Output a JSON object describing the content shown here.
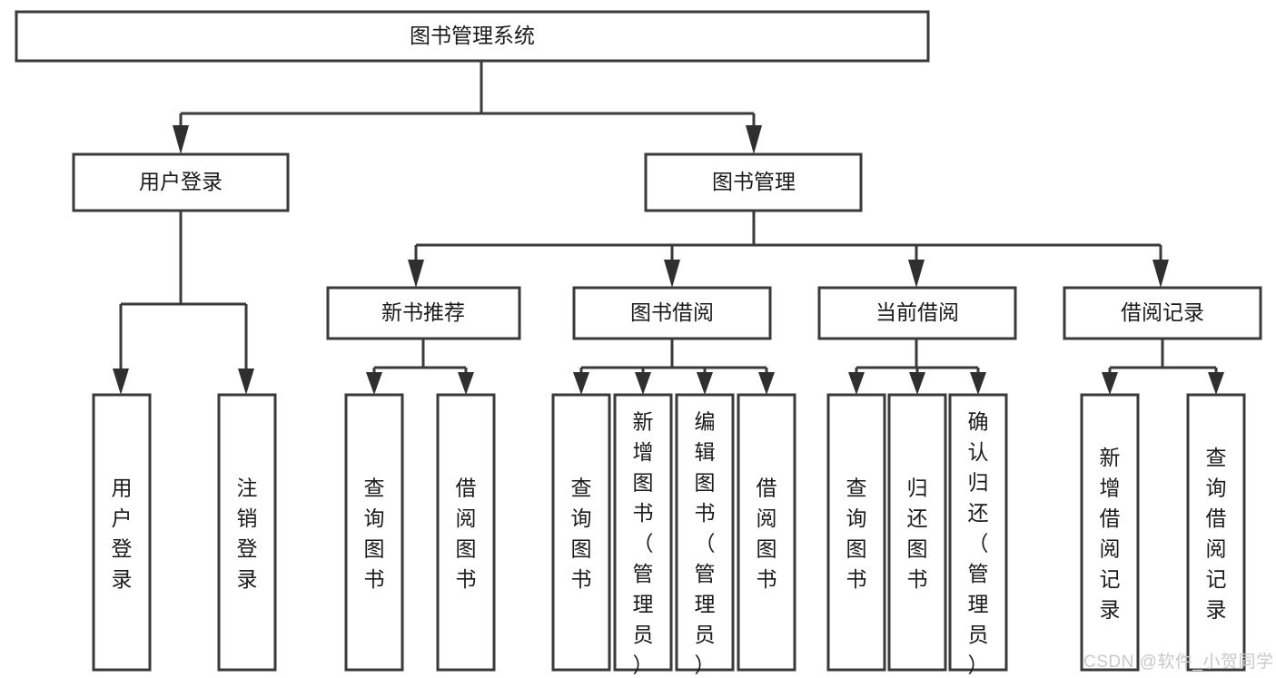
{
  "diagram": {
    "type": "tree",
    "title": "图书管理系统",
    "orientation": "top-down",
    "colors": {
      "box_fill": "#ffffff",
      "box_stroke": "#3a3a3a",
      "text": "#1a1a1a",
      "watermark": "#c9c9c9"
    },
    "root": {
      "label": "图书管理系统"
    },
    "level2": [
      {
        "label": "用户登录"
      },
      {
        "label": "图书管理"
      }
    ],
    "level3": [
      {
        "label": "新书推荐"
      },
      {
        "label": "图书借阅"
      },
      {
        "label": "当前借阅"
      },
      {
        "label": "借阅记录"
      }
    ],
    "leaves": {
      "user_login": [
        {
          "label": "用户登录"
        },
        {
          "label": "注销登录"
        }
      ],
      "new_book_recommend": [
        {
          "label": "查询图书"
        },
        {
          "label": "借阅图书"
        }
      ],
      "book_borrow": [
        {
          "label": "查询图书"
        },
        {
          "label": "新增图书（管理员）"
        },
        {
          "label": "编辑图书（管理员）"
        },
        {
          "label": "借阅图书"
        }
      ],
      "current_borrow": [
        {
          "label": "查询图书"
        },
        {
          "label": "归还图书"
        },
        {
          "label": "确认归还（管理员）"
        }
      ],
      "borrow_record": [
        {
          "label": "新增借阅记录"
        },
        {
          "label": "查询借阅记录"
        }
      ]
    }
  },
  "watermark": {
    "text": "CSDN @软件_小贺同学"
  }
}
